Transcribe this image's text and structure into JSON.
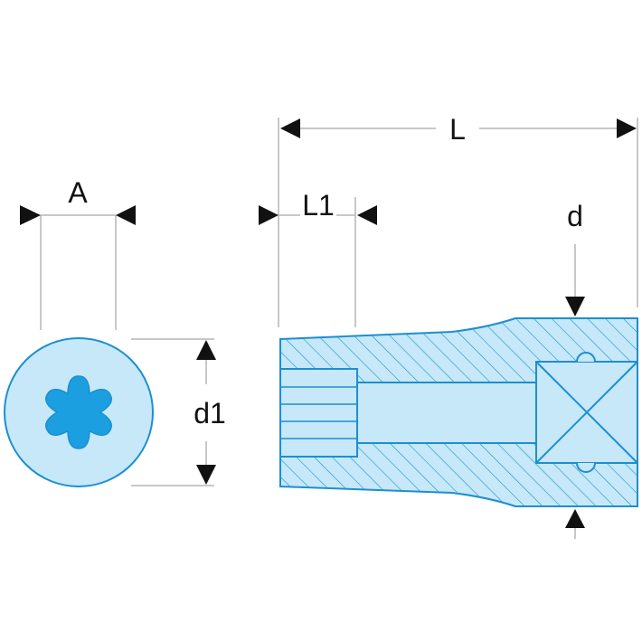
{
  "labels": {
    "A": "A",
    "d1": "d1",
    "L": "L",
    "L1": "L1",
    "d": "d"
  },
  "colors": {
    "fill_light": "#c6e8f8",
    "outline": "#1c8fd0",
    "torx_fill": "#1b9fe0",
    "dimension_lines": "#b5b5b5",
    "arrows": "#111111"
  },
  "icons": {
    "torx_star": "torx-icon",
    "square_drive": "square-drive-icon"
  }
}
